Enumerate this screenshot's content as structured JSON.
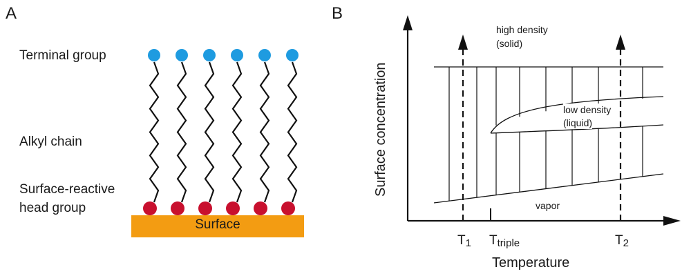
{
  "panel_a": {
    "letter": "A",
    "terminal_group": "Terminal group",
    "alkyl_chain": "Alkyl chain",
    "head_group_line1": "Surface-reactive",
    "head_group_line2": "head group",
    "surface": "Surface",
    "colors": {
      "terminal": "#1e9be0",
      "head": "#c8102e",
      "surface": "#f39c12",
      "chain": "#111111"
    },
    "molecule_count": 6
  },
  "panel_b": {
    "letter": "B",
    "y_axis_title": "Surface concentration",
    "x_axis_title": "Temperature",
    "region_solid_line1": "high density",
    "region_solid_line2": "(solid)",
    "region_liquid_line1": "low density",
    "region_liquid_line2": "(liquid)",
    "region_vapor": "vapor",
    "t1_main": "T",
    "t1_sub": "1",
    "ttriple_main": "T",
    "ttriple_sub": "triple",
    "t2_main": "T",
    "t2_sub": "2"
  }
}
